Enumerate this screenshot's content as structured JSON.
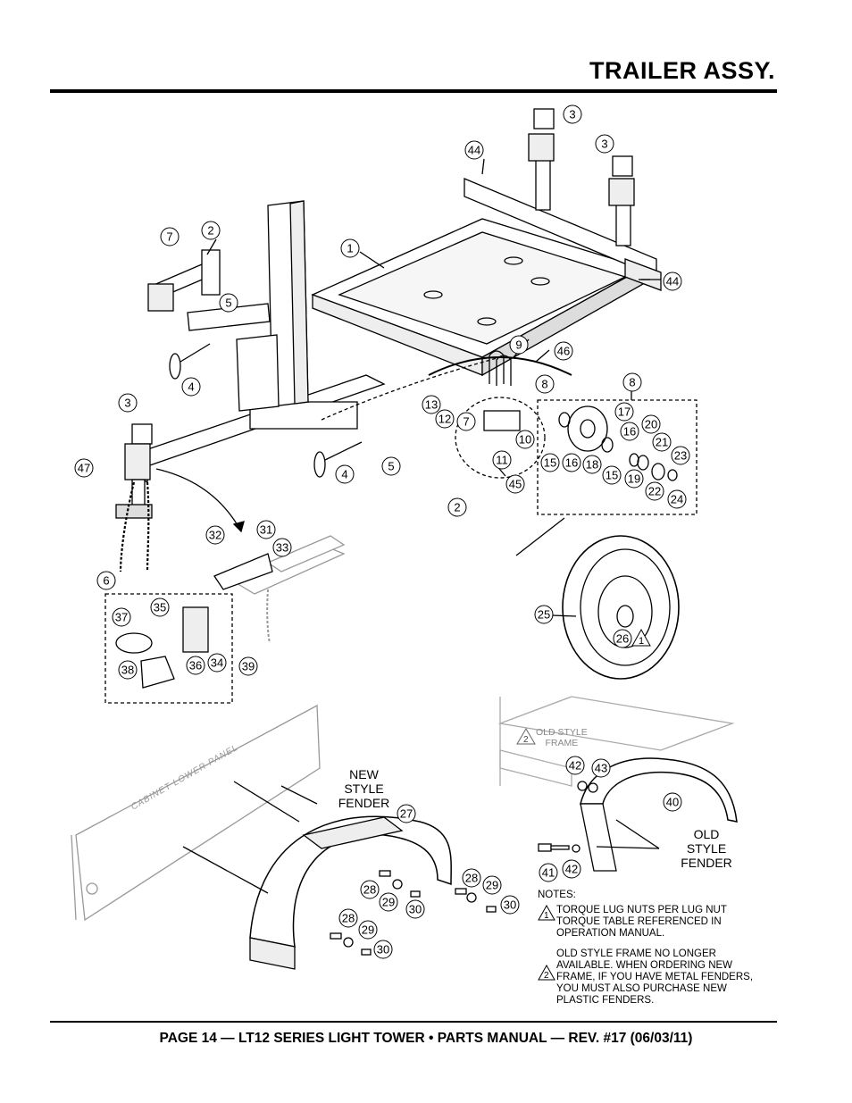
{
  "header": {
    "title": "TRAILER ASSY."
  },
  "footer": {
    "text": "PAGE 14 — LT12 SERIES LIGHT TOWER • PARTS MANUAL — REV. #17 (06/03/11)"
  },
  "labels": {
    "new_fender": [
      "NEW",
      "STYLE",
      "FENDER"
    ],
    "old_fender": [
      "OLD",
      "STYLE",
      "FENDER"
    ],
    "cabinet_panel": "CABINET LOWER PANEL",
    "old_frame": [
      "OLD STYLE",
      "FRAME"
    ]
  },
  "notes": {
    "heading": "NOTES:",
    "items": [
      {
        "marker": "1",
        "text": "TORQUE LUG NUTS PER LUG NUT TORQUE TABLE REFERENCED IN OPERATION MANUAL."
      },
      {
        "marker": "2",
        "text": "OLD STYLE FRAME NO LONGER AVAILABLE. WHEN ORDERING NEW FRAME, IF YOU HAVE METAL FENDERS, YOU MUST ALSO PURCHASE NEW PLASTIC FENDERS."
      }
    ]
  },
  "callouts": {
    "c1": "1",
    "c2a": "2",
    "c2b": "2",
    "c3a": "3",
    "c3b": "3",
    "c3c": "3",
    "c4a": "4",
    "c4b": "4",
    "c5a": "5",
    "c5b": "5",
    "c6": "6",
    "c7a": "7",
    "c7b": "7",
    "c8a": "8",
    "c8b": "8",
    "c9": "9",
    "c10": "10",
    "c11": "11",
    "c12": "12",
    "c13": "13",
    "c15a": "15",
    "c15b": "15",
    "c16a": "16",
    "c16b": "16",
    "c17": "17",
    "c18": "18",
    "c19": "19",
    "c20": "20",
    "c21": "21",
    "c22": "22",
    "c23": "23",
    "c24": "24",
    "c25": "25",
    "c26": "26",
    "c27": "27",
    "c28a": "28",
    "c28b": "28",
    "c28c": "28",
    "c29a": "29",
    "c29b": "29",
    "c29c": "29",
    "c30a": "30",
    "c30b": "30",
    "c30c": "30",
    "c31": "31",
    "c32": "32",
    "c33": "33",
    "c34": "34",
    "c35": "35",
    "c36": "36",
    "c37": "37",
    "c38": "38",
    "c39": "39",
    "c40": "40",
    "c41": "41",
    "c42a": "42",
    "c42b": "42",
    "c43": "43",
    "c44a": "44",
    "c44b": "44",
    "c45": "45",
    "c46": "46",
    "c47": "47",
    "n1": "1"
  }
}
